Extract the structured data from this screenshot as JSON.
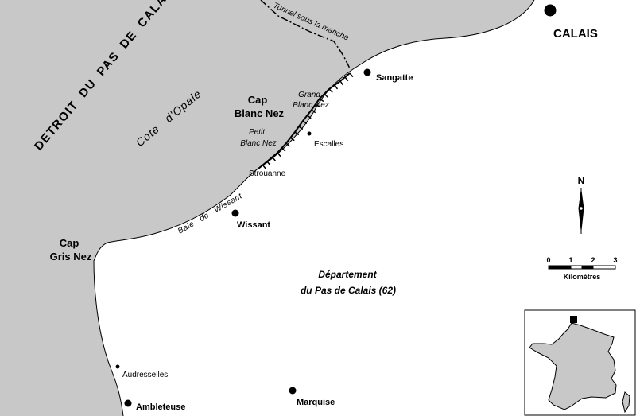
{
  "map": {
    "sea_color": "#c8c8c8",
    "land_color": "#ffffff",
    "ink_color": "#000000",
    "sea_labels": {
      "strait": "DETROIT DU PAS DE CALAIS",
      "coast": "Cote d'Opale",
      "bay": "Baie de Wissant",
      "tunnel": "Tunnel sous la manche"
    },
    "headlands": {
      "blanc_nez_line1": "Cap",
      "blanc_nez_line2": "Blanc Nez",
      "gris_nez_line1": "Cap",
      "gris_nez_line2": "Gris Nez",
      "grand_blanc_nez_line1": "Grand",
      "grand_blanc_nez_line2": "Blanc Nez",
      "petit_blanc_nez_line1": "Petit",
      "petit_blanc_nez_line2": "Blanc Nez"
    },
    "towns": {
      "calais": "CALAIS",
      "sangatte": "Sangatte",
      "escalles": "Escalles",
      "strouanne": "Strouanne",
      "wissant": "Wissant",
      "audresselles": "Audresselles",
      "ambleteuse": "Ambleteuse",
      "marquise": "Marquise"
    },
    "department": {
      "line1": "Département",
      "line2": "du Pas de Calais (62)"
    },
    "north_arrow": {
      "label": "N"
    },
    "scale_bar": {
      "ticks": [
        "0",
        "1",
        "2",
        "3"
      ],
      "unit": "Kilomètres"
    },
    "inset": {
      "subject": "France",
      "marker": "location-square-icon"
    }
  }
}
